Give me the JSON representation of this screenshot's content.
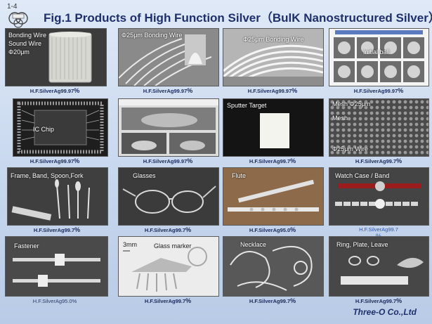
{
  "slide_number": "1-4",
  "title": "Fig.1   Products of High Function Silver（BulK  Nanostructured Silver）",
  "company": "Three-O Co.,Ltd",
  "tiles": [
    {
      "labels": [
        "Bonding Wire",
        "Sound Wire",
        "Φ20μm"
      ],
      "caption_main": "H.F.SilverAg99.97",
      "caption_pct": "%"
    },
    {
      "labels": [
        "Φ25μm Bonding Wire"
      ],
      "caption_main": "H.F.SilverAg99.97",
      "caption_pct": "%"
    },
    {
      "labels": [
        "Φ25μm Bonding Wire"
      ],
      "caption_main": "H.F.SilverAg99.97",
      "caption_pct": "%"
    },
    {
      "labels": [
        "Initial ball"
      ],
      "caption_main": "H.F.SilverAg99.97",
      "caption_pct": "%"
    },
    {
      "labels": [
        "IC Chip"
      ],
      "caption_main": "H.F.SilverAg99.97",
      "caption_pct": "%"
    },
    {
      "labels": [],
      "caption_main": "H.F.SilverAg99.97",
      "caption_pct": "%"
    },
    {
      "labels": [
        "Sputter Target"
      ],
      "caption_main": "H.F.SilverAg99.7",
      "caption_pct": "%"
    },
    {
      "labels": [
        "Mesh Φ25μm",
        "Mesh",
        "Φ25μm  Wire"
      ],
      "caption_main": "H.F.SilverAg99.7",
      "caption_pct": "%"
    },
    {
      "labels": [
        "Frame, Band, Spoon,Fork"
      ],
      "caption_main": "H.F.SilverAg99.7",
      "caption_pct": "%"
    },
    {
      "labels": [
        "Glasses"
      ],
      "caption_main": "H.F.SilverAg99.7",
      "caption_pct": "%"
    },
    {
      "labels": [
        "Flute"
      ],
      "caption_main": "H.F.SilverAg95.0",
      "caption_pct": "%"
    },
    {
      "labels": [
        "Watch Case / Band"
      ],
      "caption_main": "H.F.SilverAg99.7",
      "caption_pct": "%"
    },
    {
      "labels": [
        "Fastener"
      ],
      "caption_main": "H.F.SilverAg95.0%",
      "caption_pct": ""
    },
    {
      "labels": [
        "3mm",
        "Glass marker"
      ],
      "caption_main": "H.F.SilverAg99.7",
      "caption_pct": "%"
    },
    {
      "labels": [
        "Necklace"
      ],
      "caption_main": "H.F.SilverAg99.7",
      "caption_pct": "%"
    },
    {
      "labels": [
        "Ring, Plate, Leave"
      ],
      "caption_main": "H.F.SilverAg99.7",
      "caption_pct": "%"
    }
  ]
}
